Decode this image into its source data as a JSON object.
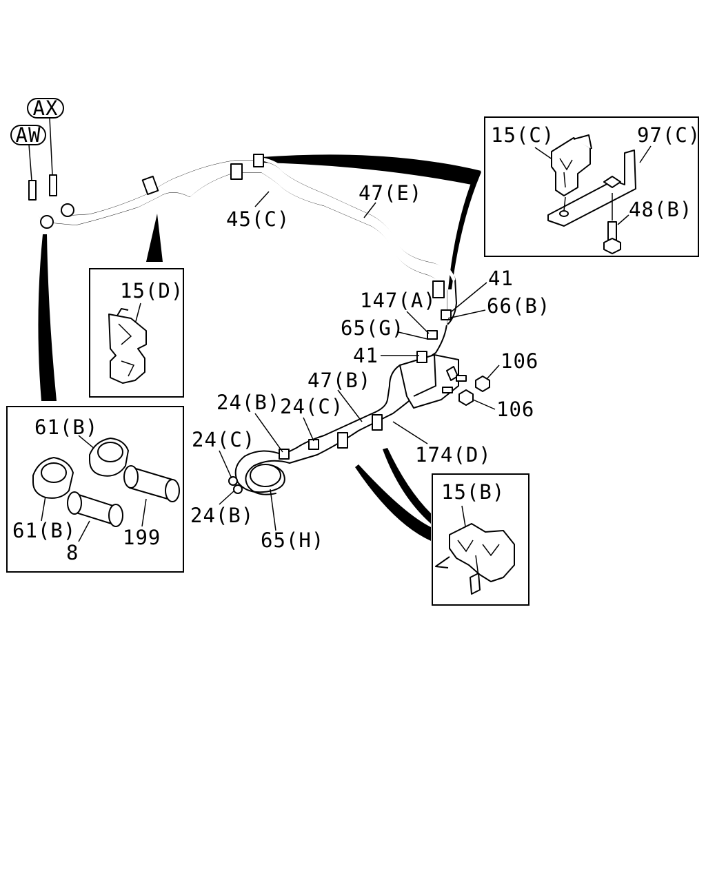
{
  "callouts": {
    "ax": "AX",
    "aw": "AW"
  },
  "labels": {
    "l45c": "45(C)",
    "l47e": "47(E)",
    "l41a": "41",
    "l147a": "147(A)",
    "l66b": "66(B)",
    "l65g": "65(G)",
    "l41b": "41",
    "l106a": "106",
    "l106b": "106",
    "l47b": "47(B)",
    "l24b_top": "24(B)",
    "l24c_top": "24(C)",
    "l24c_left": "24(C)",
    "l24b_bottom": "24(B)",
    "l65h": "65(H)",
    "l174d": "174(D)"
  },
  "detail_boxes": {
    "clip_c": {
      "l15c": "15(C)",
      "l97c": "97(C)",
      "l48b": "48(B)"
    },
    "clip_d": {
      "l15d": "15(D)"
    },
    "grommets": {
      "l61b_top": "61(B)",
      "l61b_bottom": "61(B)",
      "l199": "199",
      "l8": "8"
    },
    "clip_b": {
      "l15b": "15(B)"
    }
  }
}
